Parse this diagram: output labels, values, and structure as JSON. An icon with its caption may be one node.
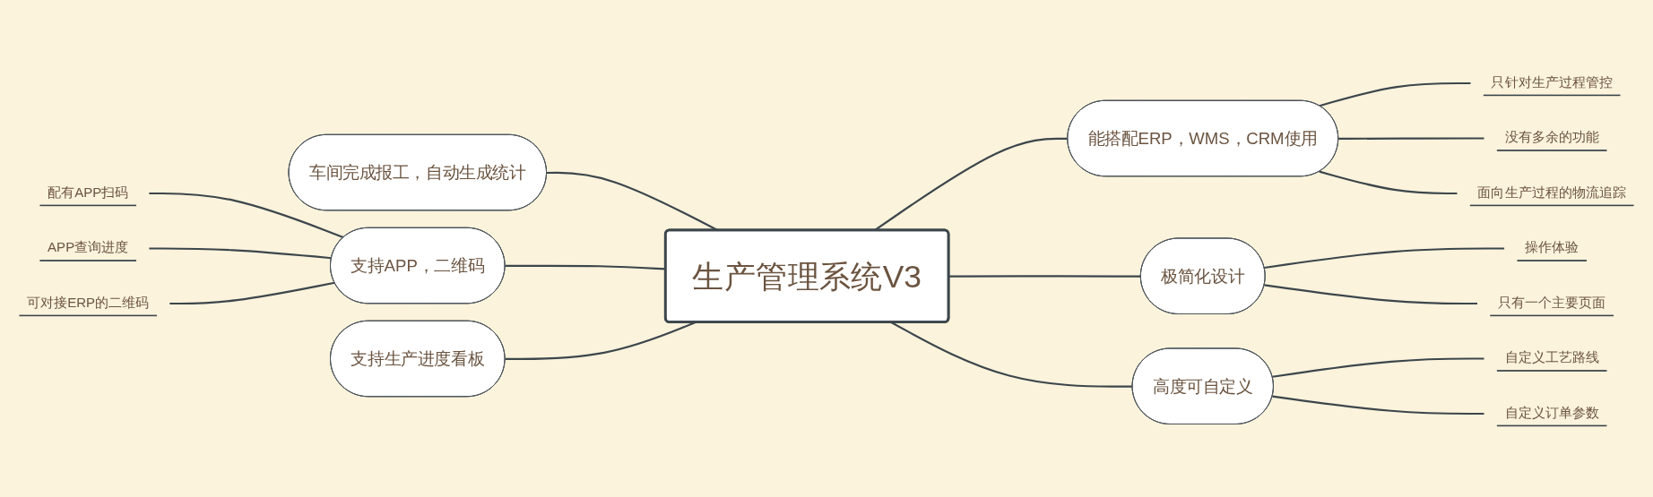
{
  "diagram": {
    "nodes": [
      {
        "text": [
          "生产管理系统V3"
        ]
      },
      {
        "text": [
          "车间完成报工，自动生成统计"
        ]
      },
      {
        "text": [
          "支持APP，二维码"
        ]
      },
      {
        "text": [
          "配有APP扫码"
        ]
      },
      {
        "text": [
          "APP查询进度"
        ]
      },
      {
        "text": [
          "可对接ERP的二维码"
        ]
      },
      {
        "text": [
          "支持生产进度看板"
        ]
      },
      {
        "text": [
          "能搭配ERP，WMS，CRM使用"
        ]
      },
      {
        "text": [
          "只针对生产过程管控"
        ]
      },
      {
        "text": [
          "没有多余的功能"
        ]
      },
      {
        "text": [
          "面向生产过程的物流追踪"
        ]
      },
      {
        "text": [
          "极简化设计"
        ]
      },
      {
        "text": [
          "操作体验"
        ]
      },
      {
        "text": [
          "只有一个主要页面"
        ]
      },
      {
        "text": [
          "高度可自定义"
        ]
      },
      {
        "text": [
          "自定义工艺路线"
        ]
      },
      {
        "text": [
          "自定义订单参数"
        ]
      }
    ],
    "edges": [
      {
        "from": 1,
        "to": 0,
        "arrow": "none"
      },
      {
        "from": 3,
        "to": 2,
        "arrow": "none"
      },
      {
        "from": 4,
        "to": 2,
        "arrow": "none"
      },
      {
        "from": 5,
        "to": 2,
        "arrow": "none"
      },
      {
        "from": 2,
        "to": 0,
        "arrow": "none"
      },
      {
        "from": 6,
        "to": 0,
        "arrow": "none"
      },
      {
        "from": 0,
        "to": 7,
        "arrow": "none"
      },
      {
        "from": 7,
        "to": 8,
        "arrow": "none"
      },
      {
        "from": 7,
        "to": 9,
        "arrow": "none"
      },
      {
        "from": 7,
        "to": 10,
        "arrow": "none"
      },
      {
        "from": 0,
        "to": 11,
        "arrow": "none"
      },
      {
        "from": 11,
        "to": 12,
        "arrow": "none"
      },
      {
        "from": 11,
        "to": 13,
        "arrow": "none"
      },
      {
        "from": 0,
        "to": 14,
        "arrow": "none"
      },
      {
        "from": 14,
        "to": 15,
        "arrow": "none"
      },
      {
        "from": 14,
        "to": 16,
        "arrow": "none"
      }
    ]
  }
}
